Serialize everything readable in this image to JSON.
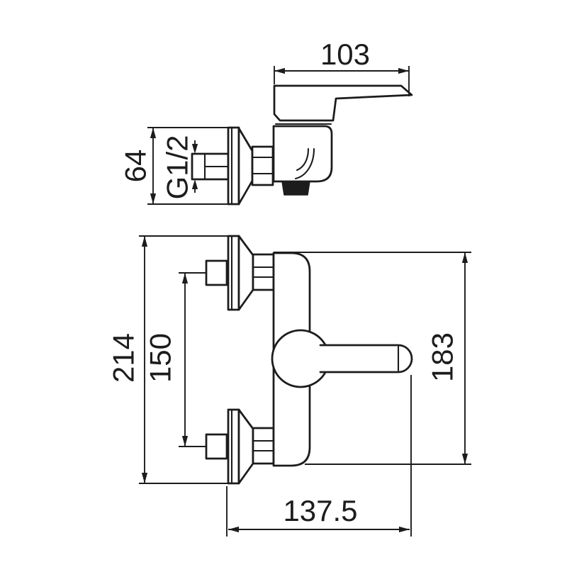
{
  "colors": {
    "background": "#ffffff",
    "ink": "#1c1c1c"
  },
  "dimensions": {
    "handle_length": {
      "label": "103",
      "view": "side",
      "orientation": "horizontal"
    },
    "escutcheon_height": {
      "label": "64",
      "view": "side",
      "orientation": "vertical"
    },
    "connection_thread": {
      "label": "G1/2",
      "view": "side",
      "orientation": "vertical"
    },
    "overall_height": {
      "label": "214",
      "view": "front",
      "orientation": "vertical"
    },
    "inlet_centres": {
      "label": "150",
      "view": "front",
      "orientation": "vertical"
    },
    "body_height": {
      "label": "183",
      "view": "front",
      "orientation": "vertical"
    },
    "depth_to_handle_tip": {
      "label": "137.5",
      "view": "front",
      "orientation": "horizontal"
    }
  }
}
